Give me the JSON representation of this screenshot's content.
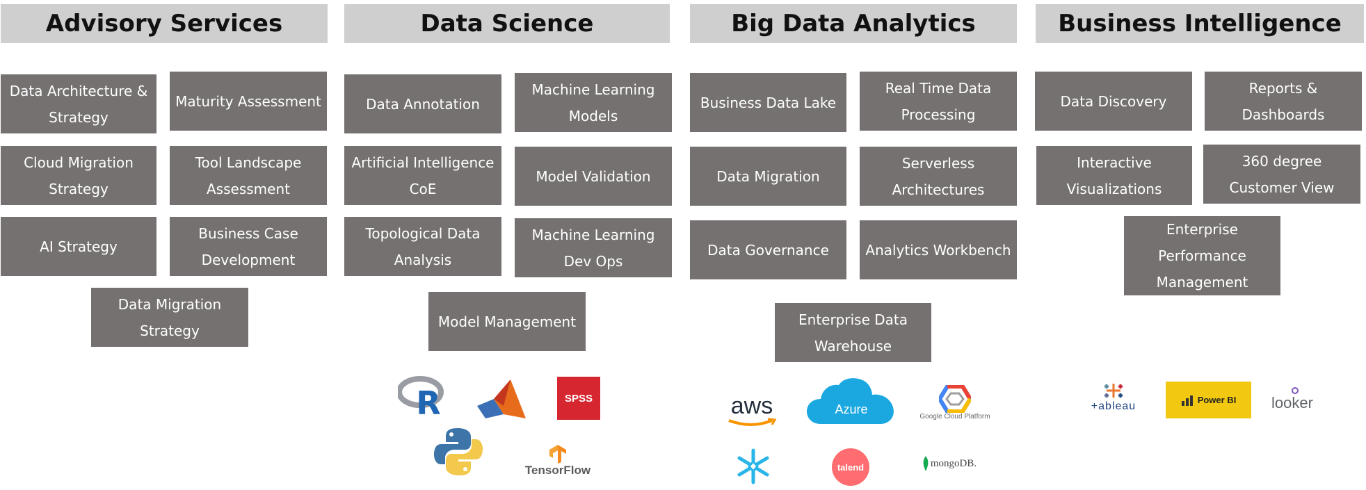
{
  "columns": [
    {
      "title": "Advisory Services",
      "items": [
        "Data Architecture & Strategy",
        "Maturity Assessment",
        "Cloud Migration Strategy",
        "Tool Landscape Assessment",
        "AI Strategy",
        "Business Case Development",
        "Data Migration Strategy"
      ]
    },
    {
      "title": "Data Science",
      "items": [
        "Data Annotation",
        "Machine Learning Models",
        "Artificial Intelligence CoE",
        "Model Validation",
        "Topological Data Analysis",
        "Machine Learning Dev Ops",
        "Model Management"
      ]
    },
    {
      "title": "Big Data Analytics",
      "items": [
        "Business Data Lake",
        "Real Time Data Processing",
        "Data Migration",
        "Serverless Architectures",
        "Data Governance",
        "Analytics Workbench",
        "Enterprise Data Warehouse"
      ]
    },
    {
      "title": "Business Intelligence",
      "items": [
        "Data Discovery",
        "Reports & Dashboards",
        "Interactive Visualizations",
        "360 degree Customer View",
        "Enterprise Performance Management"
      ]
    }
  ],
  "logos": {
    "r": "R",
    "spss": "SPSS",
    "tensorflow": "TensorFlow",
    "aws": "aws",
    "azure": "Azure",
    "gcp": "Google Cloud Platform",
    "talend": "talend",
    "mongodb": "mongoDB.",
    "tableau": "+ableau",
    "powerbi": "Power BI",
    "looker": "looker"
  },
  "colors": {
    "header_bg": "#d0cfcf",
    "box_bg": "#757170",
    "spss_red": "#d6262f",
    "azure_blue": "#1ba8e0",
    "powerbi_yellow": "#f2c811",
    "snowflake_blue": "#29b5e8",
    "talend_red": "#ff6d70",
    "mongodb_green": "#13aa52"
  }
}
